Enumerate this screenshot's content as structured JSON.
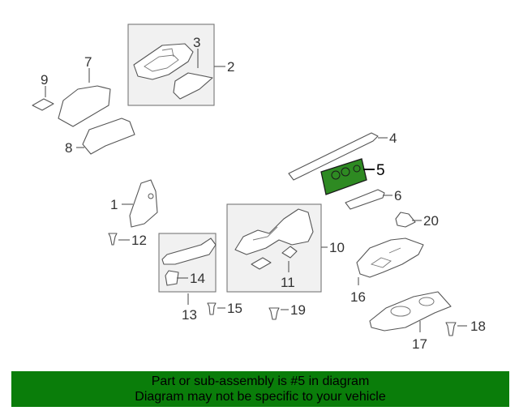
{
  "diagram": {
    "highlight_color": "#2e8a22",
    "callouts": {
      "c1": "1",
      "c2": "2",
      "c3": "3",
      "c4": "4",
      "c5": "5",
      "c6": "6",
      "c7": "7",
      "c8": "8",
      "c9": "9",
      "c10": "10",
      "c11": "11",
      "c12": "12",
      "c13": "13",
      "c14": "14",
      "c15": "15",
      "c16": "16",
      "c17": "17",
      "c18": "18",
      "c19": "19",
      "c20": "20"
    }
  },
  "banner": {
    "line1": "Part or sub-assembly is #5 in diagram",
    "line2": "Diagram may not be specific to your vehicle",
    "background": "#0a7d0a"
  }
}
